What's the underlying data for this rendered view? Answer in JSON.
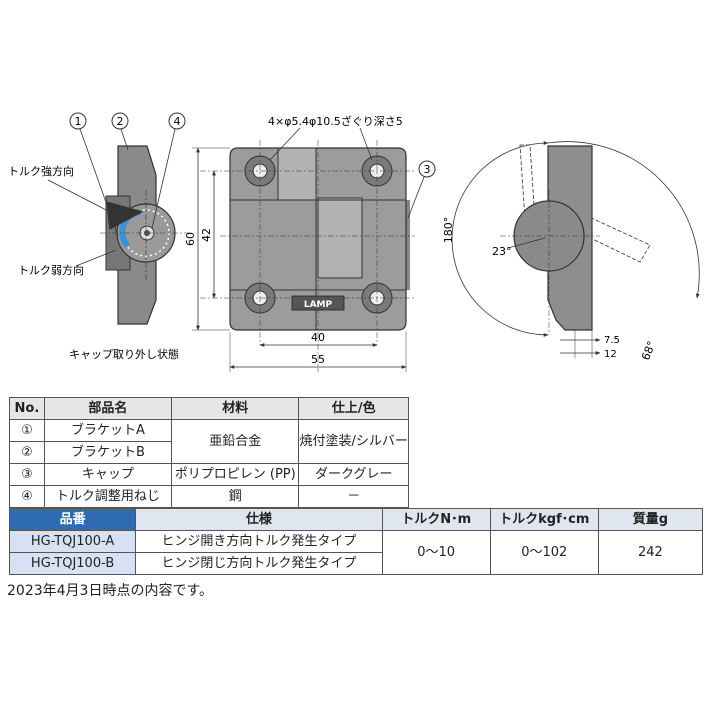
{
  "drawing": {
    "left_callouts": [
      "1",
      "2",
      "4"
    ],
    "right_callout": "3",
    "torque_strong": "トルク強方向",
    "torque_weak": "トルク弱方向",
    "cap_removed": "キャップ取り外し状態",
    "hole_note": "4×φ5.4φ10.5ざぐり深さ5",
    "dim_60": "60",
    "dim_42": "42",
    "dim_40": "40",
    "dim_55": "55",
    "brand": "LAMP",
    "angle_180": "180°",
    "angle_23": "23°",
    "angle_68": "68°",
    "dim_7_5": "7.5",
    "dim_12": "12"
  },
  "parts_table": {
    "headers": [
      "No.",
      "部品名",
      "材料",
      "仕上/色"
    ],
    "rows": [
      {
        "no": "①",
        "name": "ブラケットA"
      },
      {
        "no": "②",
        "name": "ブラケットB"
      },
      {
        "no": "③",
        "name": "キャップ",
        "material": "ポリプロピレン (PP)",
        "finish": "ダークグレー"
      },
      {
        "no": "④",
        "name": "トルク調整用ねじ",
        "material": "鋼",
        "finish": "－"
      }
    ],
    "bracket_material": "亜鉛合金",
    "bracket_finish": "焼付塗装/シルバー"
  },
  "spec_table": {
    "headers": [
      "品番",
      "仕様",
      "トルクN･m",
      "トルクkgf･cm",
      "質量g"
    ],
    "rows": [
      {
        "model": "HG-TQJ100-A",
        "spec": "ヒンジ開き方向トルク発生タイプ"
      },
      {
        "model": "HG-TQJ100-B",
        "spec": "ヒンジ閉じ方向トルク発生タイプ"
      }
    ],
    "torque_nm": "0～10",
    "torque_kgf": "0～102",
    "mass": "242"
  },
  "note": "2023年4月3日時点の内容です。"
}
